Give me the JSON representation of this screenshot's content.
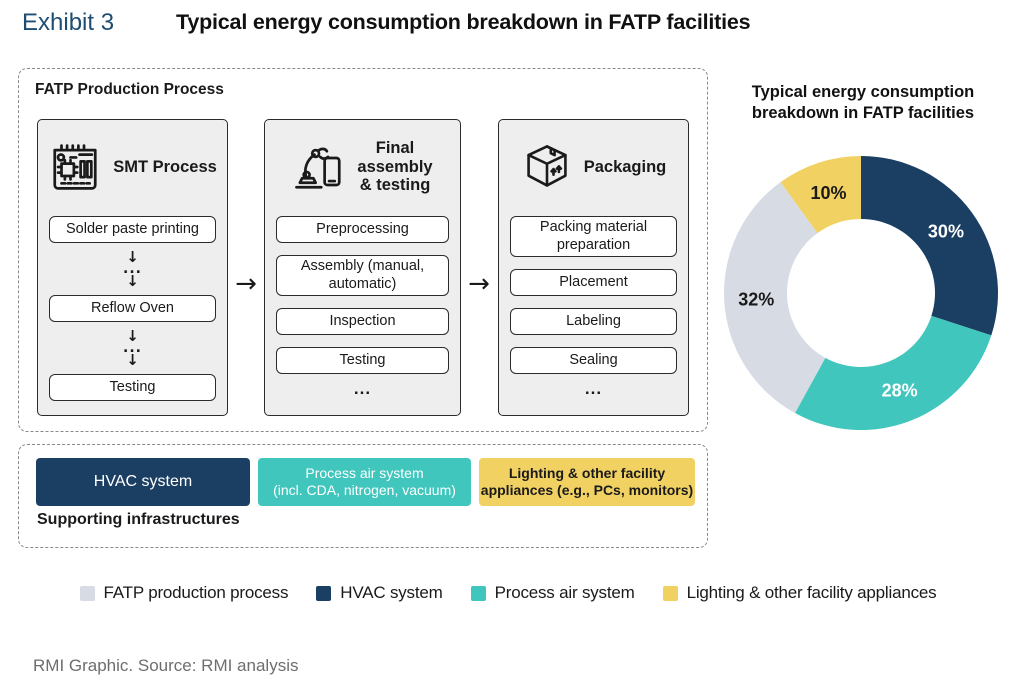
{
  "header": {
    "exhibit_label": "Exhibit 3",
    "title": "Typical energy consumption breakdown in FATP facilities"
  },
  "process_panel": {
    "title": "FATP Production Process",
    "column_arrow": "→",
    "flow": {
      "down_arrow": "↓",
      "ellipsis": "..."
    },
    "columns": [
      {
        "icon": "circuit-board-icon",
        "title": "SMT Process",
        "steps": [
          "Solder paste printing",
          "Reflow Oven",
          "Testing"
        ]
      },
      {
        "icon": "robot-arm-icon",
        "title": "Final\nassembly\n& testing",
        "steps": [
          "Preprocessing",
          "Assembly (manual, automatic)",
          "Inspection",
          "Testing"
        ],
        "trailing_ellipsis": "..."
      },
      {
        "icon": "package-box-icon",
        "title": "Packaging",
        "steps": [
          "Packing material preparation",
          "Placement",
          "Labeling",
          "Sealing"
        ],
        "trailing_ellipsis": "..."
      }
    ]
  },
  "infrastructure_panel": {
    "title": "Supporting infrastructures",
    "items": [
      {
        "label": "HVAC system",
        "sublabel": "",
        "color": "#1b3f62",
        "text_color": "#ffffff"
      },
      {
        "label": "Process air system",
        "sublabel": "(incl. CDA, nitrogen, vacuum)",
        "color": "#41c6bd",
        "text_color": "#ffffff"
      },
      {
        "label": "Lighting & other facility",
        "sublabel": "appliances (e.g., PCs, monitors)",
        "color": "#f2d163",
        "text_color": "#1a1a1a"
      }
    ]
  },
  "chart_data": {
    "type": "pie",
    "donut": true,
    "start_angle": "top",
    "direction": "clockwise",
    "title": "Typical energy consumption breakdown in FATP facilities",
    "title_lines": [
      "Typical energy consumption",
      "breakdown in FATP facilities"
    ],
    "segments": [
      {
        "label": "HVAC system",
        "value": 30,
        "label_text": "30%",
        "color": "#1b3f62",
        "label_color": "#ffffff"
      },
      {
        "label": "Process air system",
        "value": 28,
        "label_text": "28%",
        "color": "#41c6bd",
        "label_color": "#ffffff"
      },
      {
        "label": "FATP production process",
        "value": 32,
        "label_text": "32%",
        "color": "#d7dbe3",
        "label_color": "#1a1a1a"
      },
      {
        "label": "Lighting & other facility appliances",
        "value": 10,
        "label_text": "10%",
        "color": "#f2d163",
        "label_color": "#1a1a1a"
      }
    ]
  },
  "legend": {
    "items": [
      {
        "label": "FATP production process",
        "color": "#d7dbe3"
      },
      {
        "label": "HVAC system",
        "color": "#1b3f62"
      },
      {
        "label": "Process air system",
        "color": "#41c6bd"
      },
      {
        "label": "Lighting & other facility appliances",
        "color": "#f2d163"
      }
    ]
  },
  "footer": {
    "source": "RMI Graphic. Source: RMI analysis"
  }
}
